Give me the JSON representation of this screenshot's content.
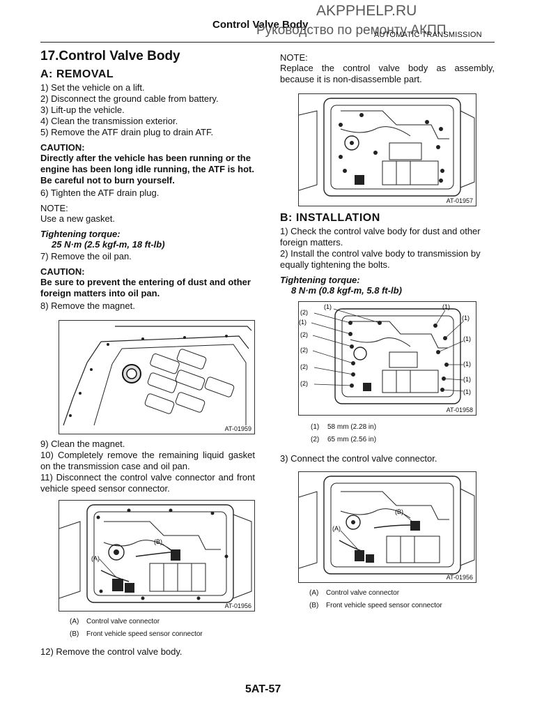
{
  "header": {
    "title": "Control Valve Body",
    "section": "AUTOMATIC TRANSMISSION",
    "watermark_line1": "AKPPHELP.RU",
    "watermark_line2": "Руководство по ремонту АКПП"
  },
  "left": {
    "section_title": "17.Control Valve Body",
    "removal_title": "A:  REMOVAL",
    "steps_1_5": [
      "1) Set the vehicle on a lift.",
      "2) Disconnect the ground cable from battery.",
      "3) Lift-up the vehicle.",
      "4) Clean the transmission exterior.",
      "5) Remove the ATF drain plug to drain ATF."
    ],
    "caution1_heading": "CAUTION:",
    "caution1_text": "Directly after the vehicle has been running or the engine has been long idle running, the ATF is hot. Be careful not to burn yourself.",
    "step6": "6) Tighten the ATF drain plug.",
    "note_heading": "NOTE:",
    "note_text": "Use a new gasket.",
    "torque_heading": "Tightening torque:",
    "torque_value": "25 N·m (2.5 kgf-m, 18 ft-lb)",
    "step7": "7) Remove the oil pan.",
    "caution2_heading": "CAUTION:",
    "caution2_text": "Be sure to prevent the entering of dust and other foreign matters into oil pan.",
    "step8": "8) Remove the magnet.",
    "fig1_code": "AT-01959",
    "step9": "9) Clean the magnet.",
    "step10": "10) Completely remove the remaining liquid gasket on the transmission case and oil pan.",
    "step11": "11) Disconnect the control valve connector and front vehicle speed sensor connector.",
    "fig2_code": "AT-01956",
    "fig2_label_a": "(A)",
    "fig2_label_b": "(B)",
    "legend": [
      {
        "key": "(A)",
        "text": "Control valve connector"
      },
      {
        "key": "(B)",
        "text": "Front vehicle speed sensor connector"
      }
    ],
    "step12": "12) Remove the control valve body."
  },
  "right": {
    "note_heading": "NOTE:",
    "note_text": "Replace the control valve body as assembly, because it is non-disassemble part.",
    "fig3_code": "AT-01957",
    "install_title": "B:  INSTALLATION",
    "step1": "1) Check the control valve body for dust and other foreign matters.",
    "step2": "2) Install the control valve body to transmission by equally tightening the bolts.",
    "torque_heading": "Tightening torque:",
    "torque_value": "8 N·m (0.8 kgf-m, 5.8 ft-lb)",
    "fig4_code": "AT-01958",
    "fig4_callouts_left": [
      "(2)",
      "(1)",
      "(2)",
      "(2)",
      "(2)",
      "(2)"
    ],
    "fig4_callouts_top": [
      "(1)",
      "(1)"
    ],
    "fig4_callouts_right": [
      "(1)",
      "(1)",
      "(1)",
      "(1)",
      "(1)"
    ],
    "bolt_legend": [
      {
        "key": "(1)",
        "text": "58 mm (2.28 in)"
      },
      {
        "key": "(2)",
        "text": "65 mm (2.56 in)"
      }
    ],
    "step3": "3) Connect the control valve connector.",
    "fig5_code": "AT-01956",
    "fig5_label_a": "(A)",
    "fig5_label_b": "(B)",
    "legend": [
      {
        "key": "(A)",
        "text": "Control valve connector"
      },
      {
        "key": "(B)",
        "text": "Front vehicle speed sensor connector"
      }
    ]
  },
  "footer": {
    "page_number": "5AT-57"
  }
}
